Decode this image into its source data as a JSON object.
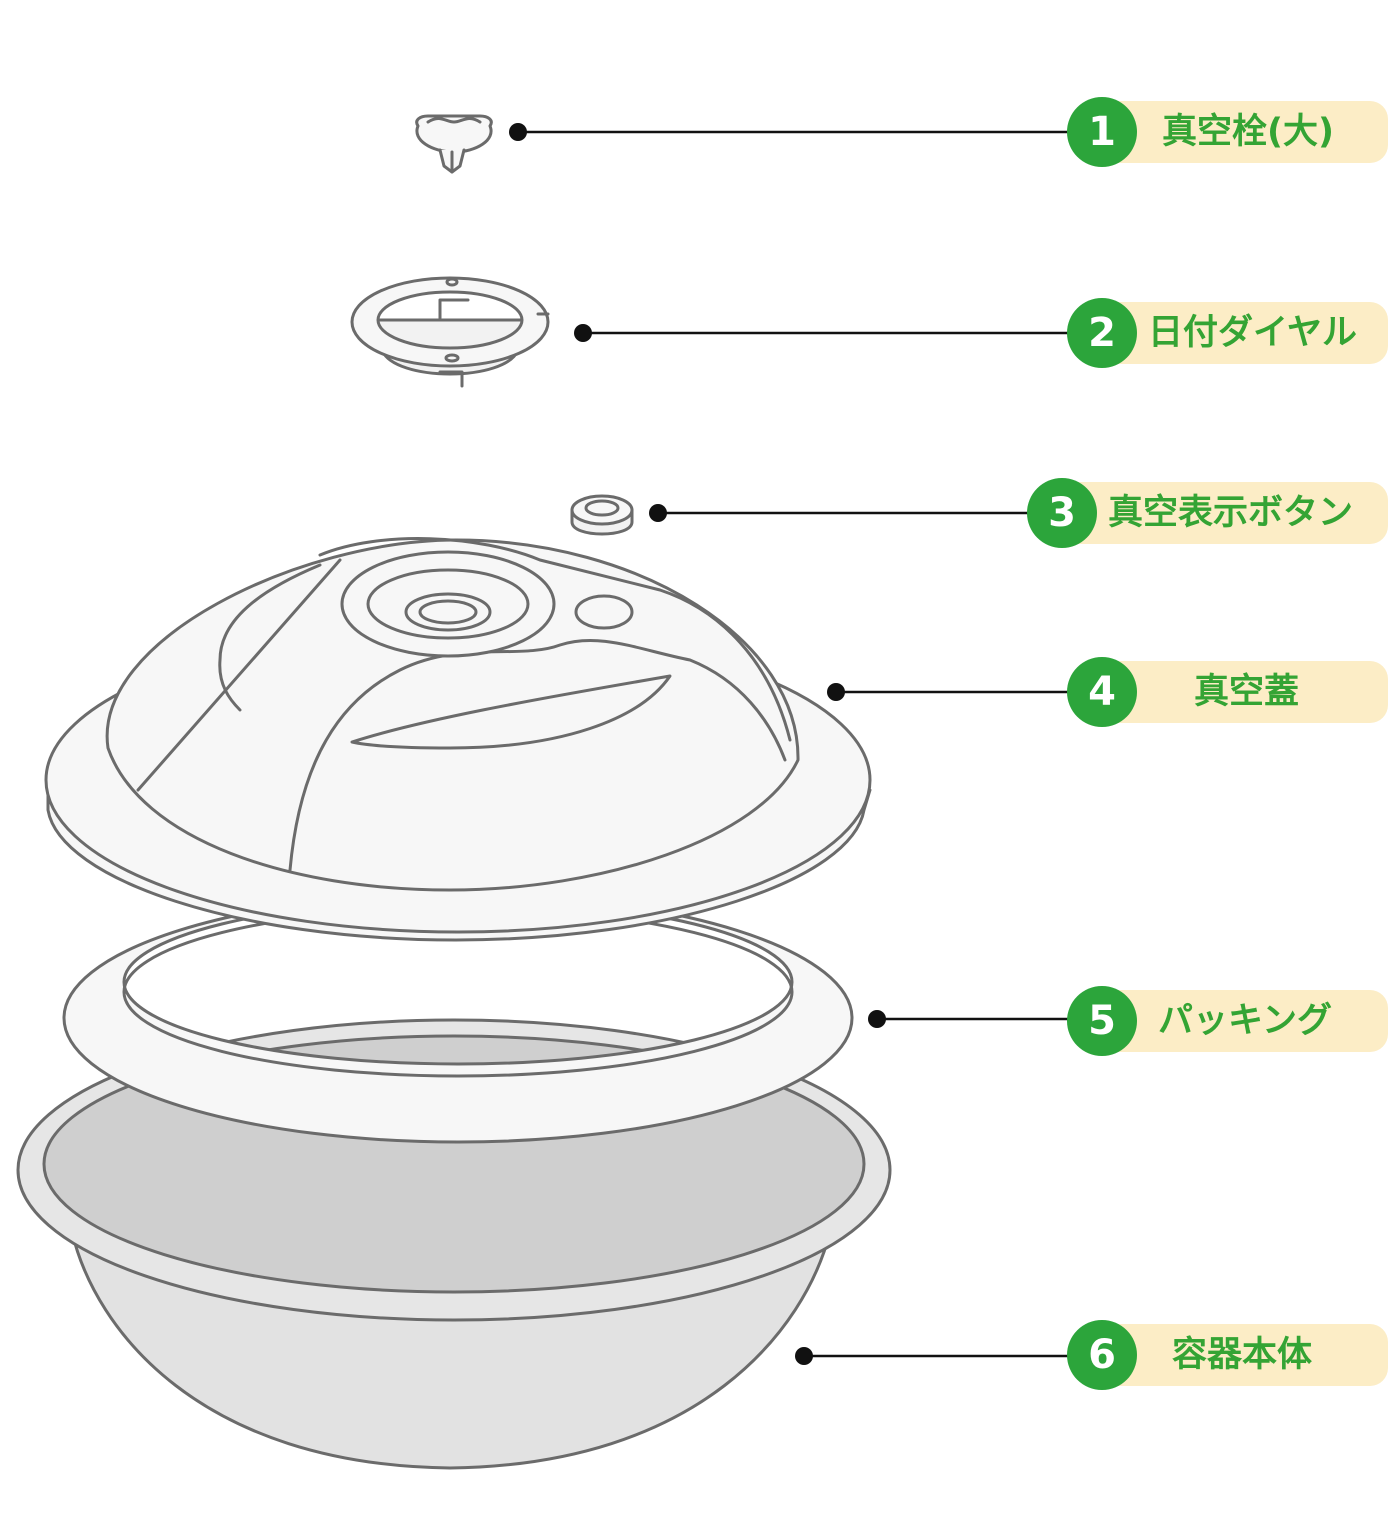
{
  "colors": {
    "badge": "#2ca53b",
    "label_bg": "#fcedc6",
    "label_text": "#34a434",
    "part_fill": "#f7f7f7",
    "part_stroke": "#6b6b6b",
    "bowl_inner": "#cfcfcf",
    "bowl_outer": "#e2e2e2"
  },
  "parts": [
    {
      "number": "1",
      "label": "真空栓(大)"
    },
    {
      "number": "2",
      "label": "日付ダイヤル"
    },
    {
      "number": "3",
      "label": "真空表示ボタン"
    },
    {
      "number": "4",
      "label": "真空蓋"
    },
    {
      "number": "5",
      "label": "パッキング"
    },
    {
      "number": "6",
      "label": "容器本体"
    }
  ]
}
